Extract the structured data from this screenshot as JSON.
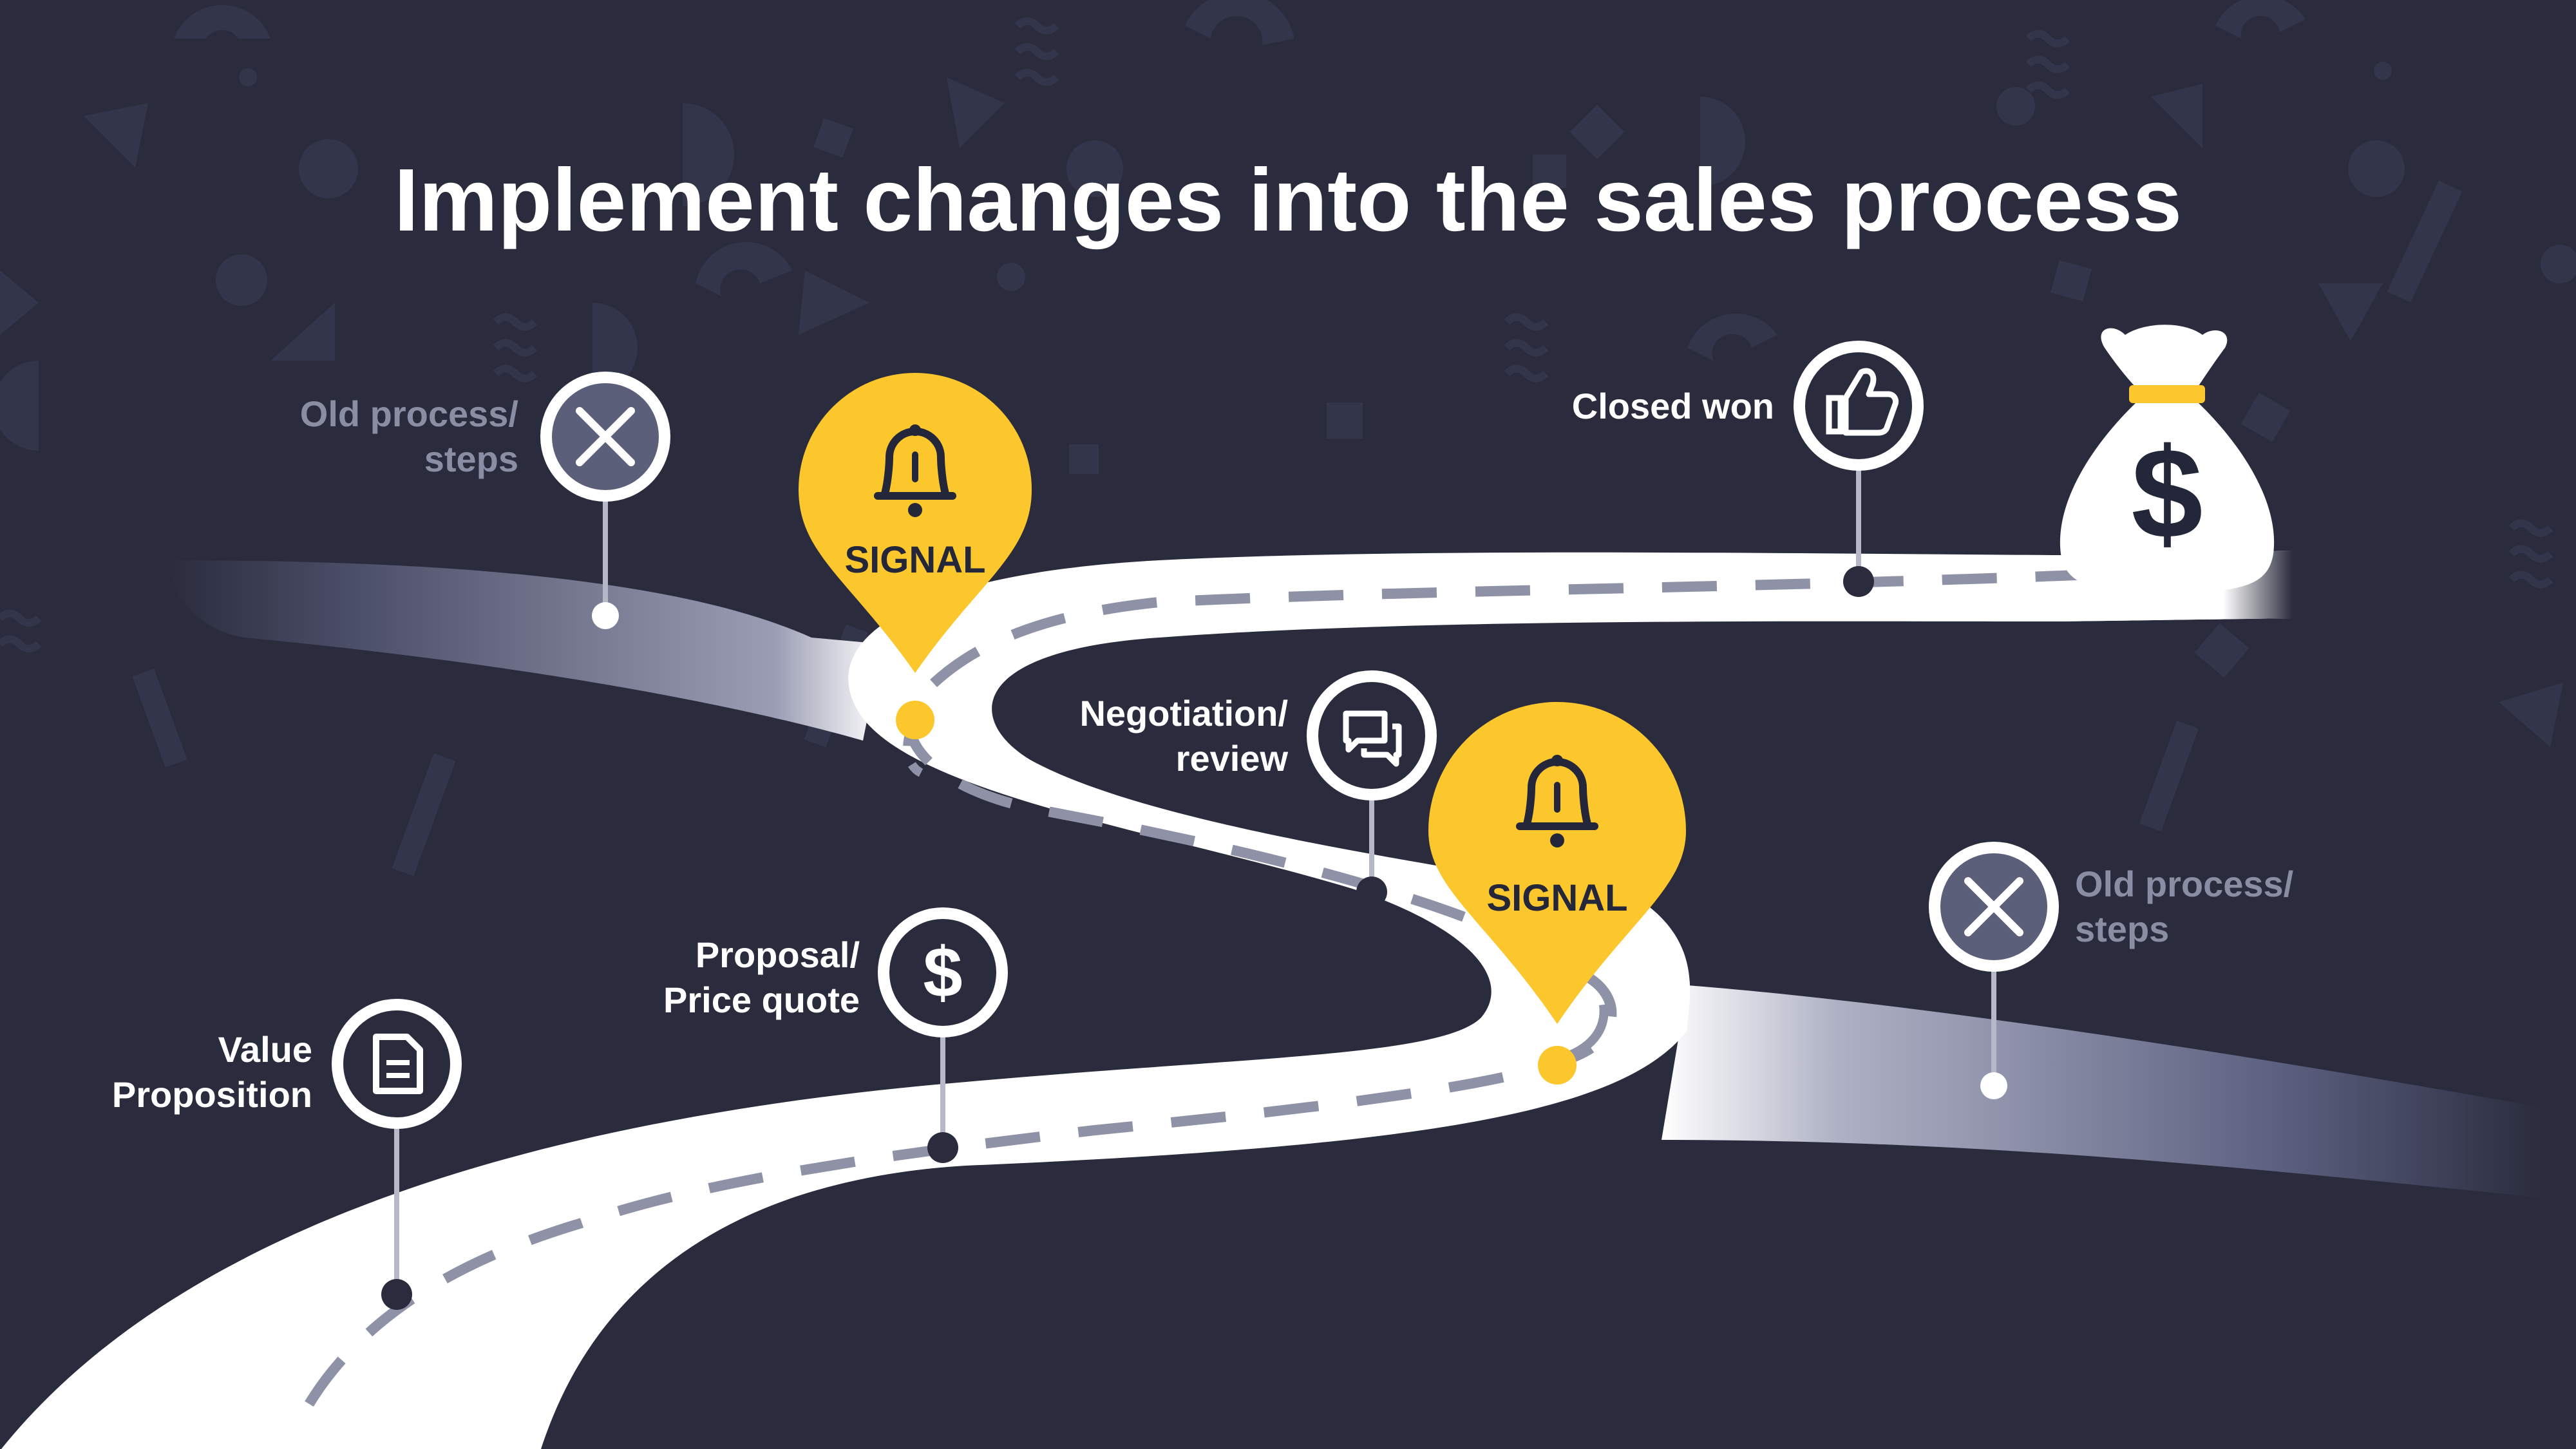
{
  "title": "Implement changes into the sales process",
  "colors": {
    "background": "#2a2c3d",
    "road": "#ffffff",
    "accent_yellow": "#fcc62d",
    "muted_circle": "#5b5f7a",
    "dark_circle": "#2a2c3d",
    "muted_text": "#8a8ea3"
  },
  "milestones": [
    {
      "id": "value-proposition",
      "line1": "Value",
      "line2": "Proposition",
      "icon": "document-icon"
    },
    {
      "id": "proposal",
      "line1": "Proposal/",
      "line2": "Price quote",
      "icon": "dollar-icon"
    },
    {
      "id": "negotiation",
      "line1": "Negotiation/",
      "line2": "review",
      "icon": "chat-icon"
    },
    {
      "id": "closed-won",
      "line1": "Closed won",
      "line2": "",
      "icon": "thumbs-up-icon"
    }
  ],
  "old_steps": [
    {
      "line1": "Old process/",
      "line2": "steps",
      "icon": "close-x-icon"
    },
    {
      "line1": "Old process/",
      "line2": "steps",
      "icon": "close-x-icon"
    }
  ],
  "signals": [
    {
      "label": "SIGNAL",
      "icon": "bell-icon"
    },
    {
      "label": "SIGNAL",
      "icon": "bell-icon"
    }
  ],
  "goal": {
    "symbol": "$",
    "icon": "money-bag-icon"
  }
}
